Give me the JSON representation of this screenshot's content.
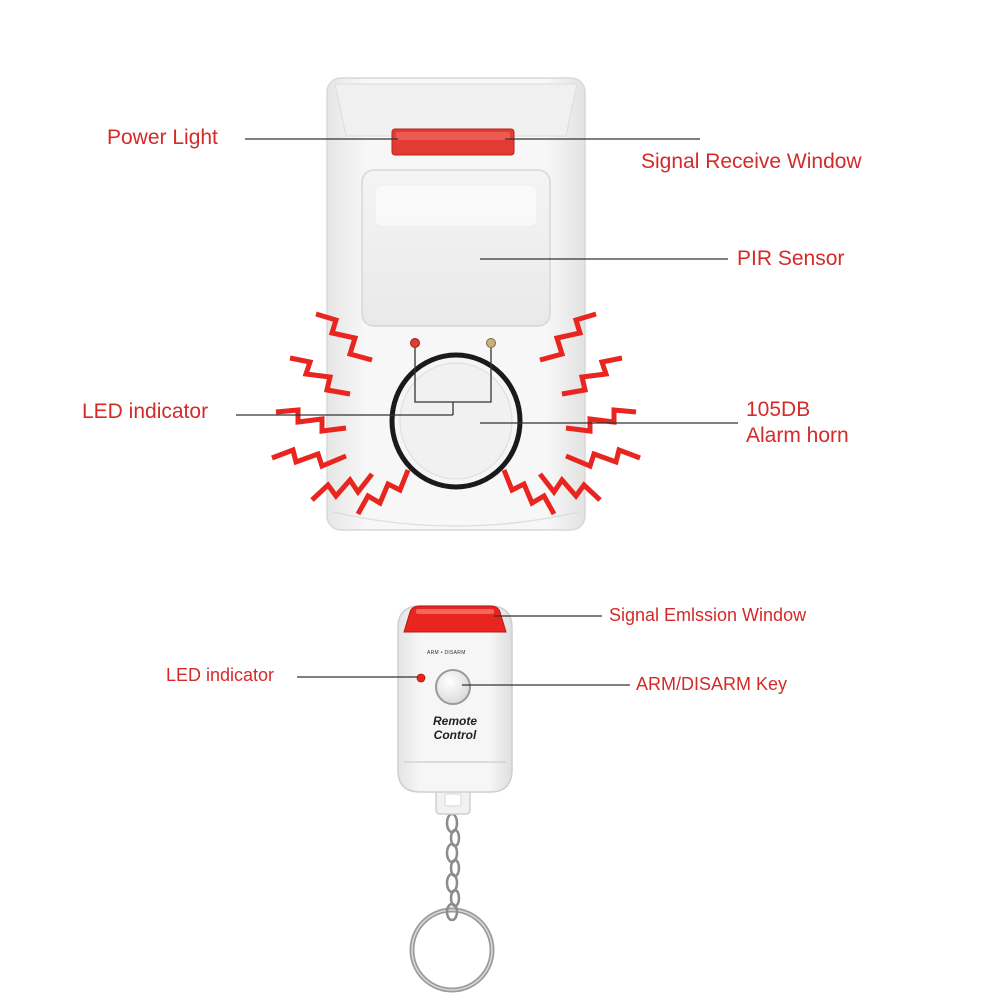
{
  "detector": {
    "labels": {
      "power_light": "Power Light",
      "signal_receive_window": "Signal Receive Window",
      "pir_sensor": "PIR Sensor",
      "led_indicator": "LED indicator",
      "alarm_db": "105DB",
      "alarm_horn": "Alarm horn"
    }
  },
  "remote": {
    "labels": {
      "signal_emission_window": "Signal Emlssion Window",
      "led_indicator": "LED indicator",
      "arm_disarm_key": "ARM/DISARM Key"
    },
    "body_text_line1": "Remote",
    "body_text_line2": "Control",
    "button_caption": "ARM • DISARM"
  },
  "colors": {
    "label_red": "#d42a2a",
    "leader_line": "#333333",
    "accent_red": "#e8261f",
    "device_white": "#f7f7f7"
  }
}
